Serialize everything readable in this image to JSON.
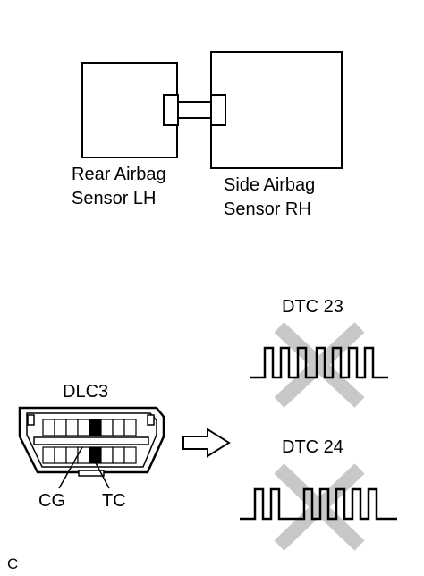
{
  "sensors": {
    "rear_label_line1": "Rear Airbag",
    "rear_label_line2": "Sensor LH",
    "side_label_line1": "Side Airbag",
    "side_label_line2": "Sensor RH"
  },
  "dlc": {
    "title": "DLC3",
    "cg_label": "CG",
    "tc_label": "TC"
  },
  "dtc": {
    "top_label": "DTC 23",
    "bottom_label": "DTC 24"
  },
  "corner_label": "C",
  "colors": {
    "line": "#000000",
    "cross": "#c8c8c8",
    "background": "#ffffff"
  }
}
